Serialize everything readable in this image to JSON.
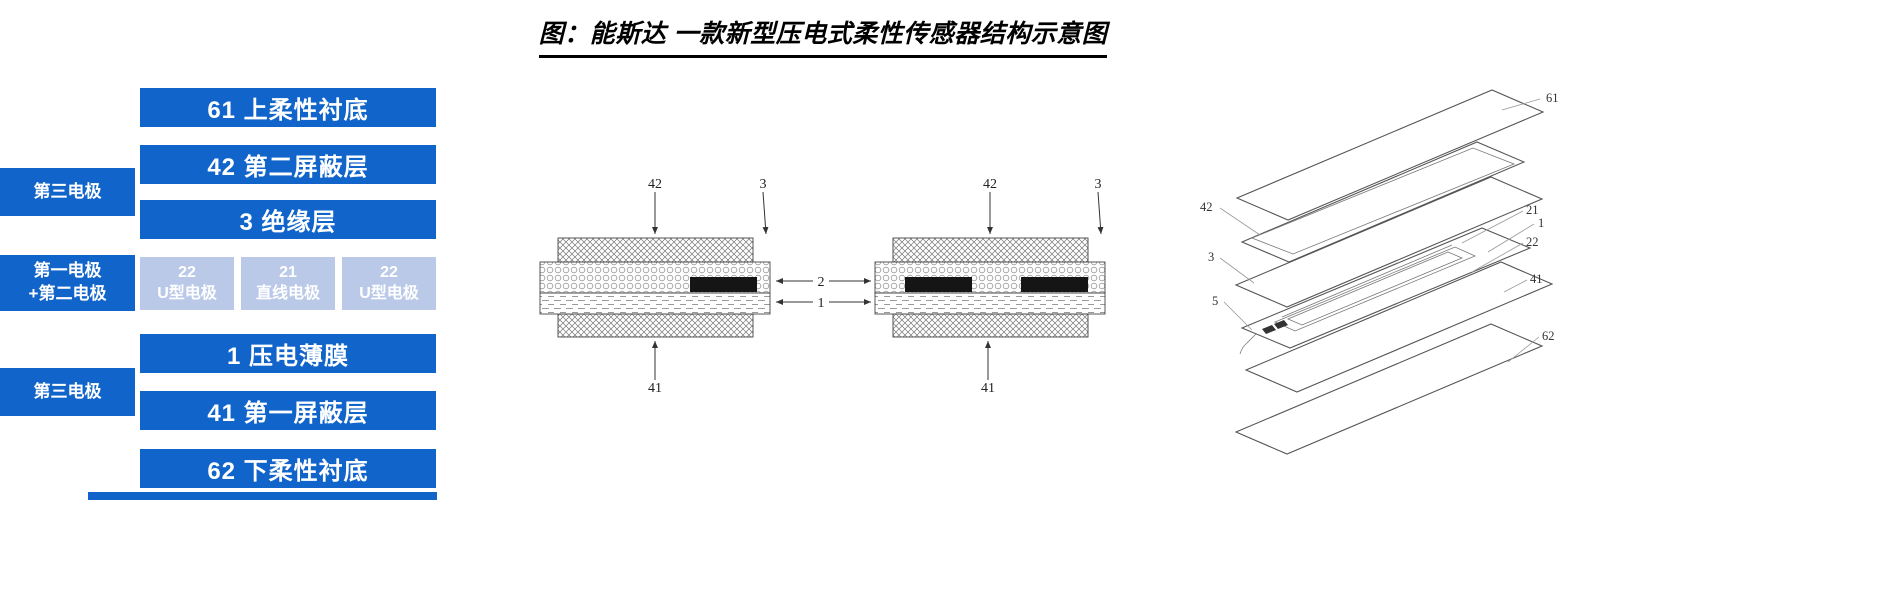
{
  "title": "图：能斯达 一款新型压电式柔性传感器结构示意图",
  "colors": {
    "bar_blue": "#1164c9",
    "light_blue": "#bac9e8"
  },
  "stack": {
    "bars": [
      {
        "label": "61 上柔性衬底"
      },
      {
        "label": "42 第二屏蔽层"
      },
      {
        "label": "3 绝缘层"
      },
      {
        "label": "1 压电薄膜"
      },
      {
        "label": "41 第一屏蔽层"
      },
      {
        "label": "62 下柔性衬底"
      }
    ],
    "electrode_row": [
      {
        "num": "22",
        "name": "U型电极"
      },
      {
        "num": "21",
        "name": "直线电极"
      },
      {
        "num": "22",
        "name": "U型电极"
      }
    ],
    "side_labels": {
      "top": "第三电极",
      "middle_line1": "第一电极",
      "middle_line2": "+第二电极",
      "bottom": "第三电极"
    }
  },
  "cross_section": {
    "left": {
      "label_42": "42",
      "label_3": "3",
      "label_41": "41"
    },
    "right": {
      "label_42": "42",
      "label_3": "3",
      "label_41": "41"
    },
    "middle": {
      "electrode": "2",
      "film": "1"
    }
  },
  "exploded": {
    "labels": {
      "l61": "61",
      "l42": "42",
      "l21": "21",
      "l1": "1",
      "l22": "22",
      "l3": "3",
      "l5": "5",
      "l41": "41",
      "l62": "62"
    }
  }
}
